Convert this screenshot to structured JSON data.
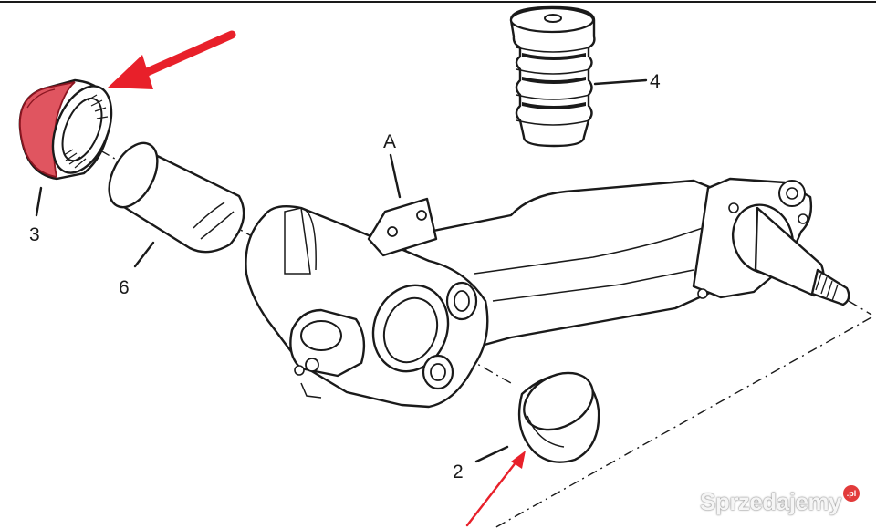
{
  "labels": {
    "item_3": "3",
    "item_6": "6",
    "item_4": "4",
    "item_a": "A",
    "item_2": "2"
  },
  "watermark": {
    "text": "Sprzedajemy",
    "badge": ".pl"
  },
  "colors": {
    "highlight_red": "#e8202a",
    "ring_fill": "#e05560",
    "line": "#1a1a1a",
    "badge": "#e23b3b"
  },
  "icons": {
    "big_arrow": "red-arrow-icon",
    "small_arrow": "red-pointer-icon"
  }
}
